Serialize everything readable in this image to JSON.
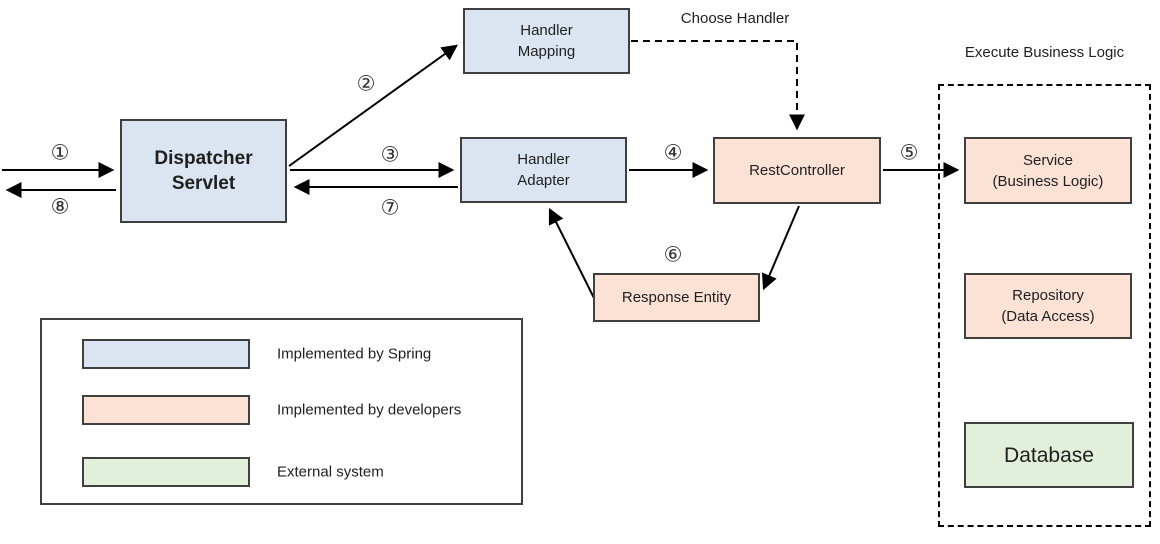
{
  "diagram": {
    "nodes": {
      "dispatcher_servlet": {
        "lines": [
          "Dispatcher",
          "Servlet"
        ]
      },
      "handler_mapping": {
        "lines": [
          "Handler",
          "Mapping"
        ]
      },
      "handler_adapter": {
        "lines": [
          "Handler",
          "Adapter"
        ]
      },
      "rest_controller": {
        "label": "RestController"
      },
      "response_entity": {
        "label": "Response Entity"
      },
      "service": {
        "lines": [
          "Service",
          "(Business Logic)"
        ]
      },
      "repository": {
        "lines": [
          "Repository",
          "(Data Access)"
        ]
      },
      "database": {
        "label": "Database"
      }
    },
    "annotations": {
      "choose_handler": "Choose Handler",
      "execute_business_logic": "Execute Business Logic"
    },
    "steps": {
      "n1": "①",
      "n2": "②",
      "n3": "③",
      "n4": "④",
      "n5": "⑤",
      "n6": "⑥",
      "n7": "⑦",
      "n8": "⑧"
    }
  },
  "legend": {
    "items": [
      {
        "name": "spring",
        "label": "Implemented by Spring",
        "color": "#dae5f1"
      },
      {
        "name": "developers",
        "label": "Implemented by developers",
        "color": "#fbe2d5"
      },
      {
        "name": "external",
        "label": "External system",
        "color": "#e2efda"
      }
    ]
  },
  "colors": {
    "spring_fill": "#dae5f1",
    "developers_fill": "#fbe2d5",
    "external_fill": "#e2efda",
    "node_border": "#3f3f3f",
    "arrow": "#000000"
  }
}
